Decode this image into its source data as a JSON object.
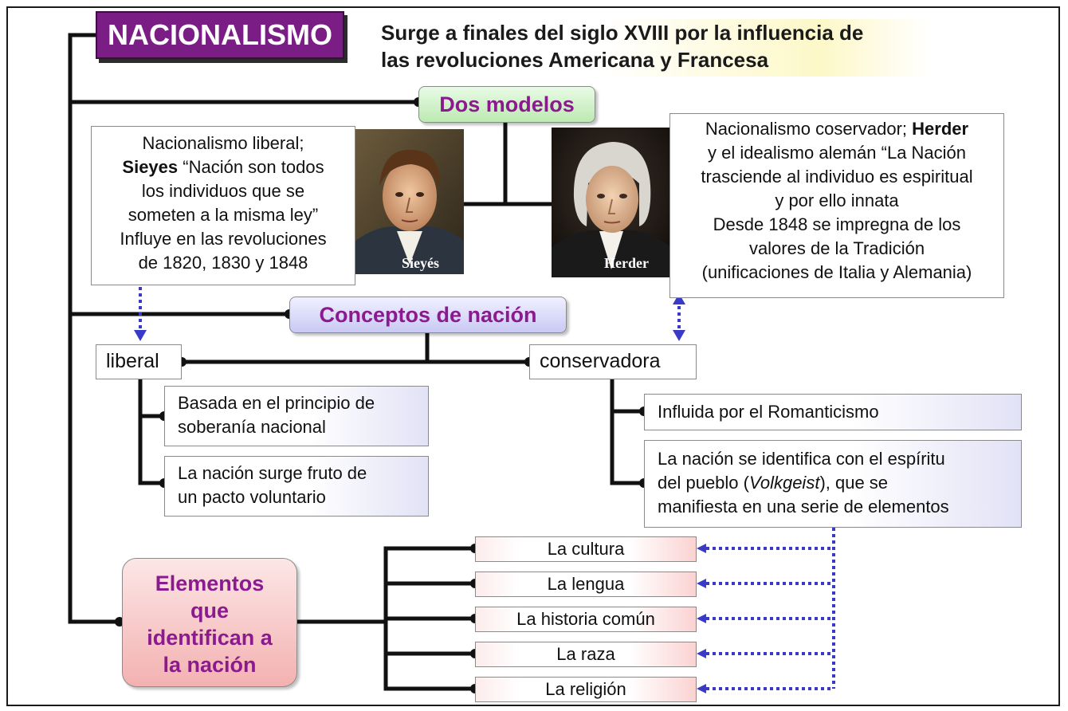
{
  "title": "NACIONALISMO",
  "subtitle": {
    "line1": "Surge a finales del siglo XVIII por la influencia de",
    "line2": "las revoluciones Americana y Francesa"
  },
  "dos_modelos": "Dos modelos",
  "liberal_model": {
    "l1": "Nacionalismo liberal;",
    "l2_bold": "Sieyes",
    "l2_rest": " “Nación son todos",
    "l3": "los individuos que se",
    "l4": "someten a la misma ley”",
    "l5": "Influye en las revoluciones",
    "l6": "de 1820, 1830 y 1848",
    "portrait_caption": "Sieyés"
  },
  "conservative_model": {
    "l1_pre": "Nacionalismo coservador; ",
    "l1_bold": "Herder",
    "l2": "y el idealismo alemán “La Nación",
    "l3": "trasciende al individuo es espiritual",
    "l4": "y por ello innata",
    "l5": "Desde 1848 se impregna de los",
    "l6": "valores de la Tradición",
    "l7": "(unificaciones de Italia y Alemania)",
    "portrait_caption": "Herder"
  },
  "conceptos": "Conceptos de nación",
  "liberal": {
    "label": "liberal",
    "point1": [
      "Basada en el principio de",
      "soberanía nacional"
    ],
    "point2": [
      "La nación surge fruto de",
      "un pacto voluntario"
    ]
  },
  "conservadora": {
    "label": "conservadora",
    "point1": "Influida por el Romanticismo",
    "point2_l1": "La nación se identifica con el espíritu",
    "point2_l2_pre": "del pueblo (",
    "point2_l2_italic": "Volkgeist",
    "point2_l2_post": "), que se",
    "point2_l3": "manifiesta en una serie de elementos"
  },
  "elementos": {
    "title": [
      "Elementos",
      "que",
      "identifican a",
      "la nación"
    ],
    "items": [
      "La cultura",
      "La lengua",
      "La historia común",
      "La raza",
      "La religión"
    ]
  },
  "colors": {
    "title_bg": "#7a1d85",
    "accent_text": "#8b1a8f",
    "connector": "#111111",
    "dotted_link": "#3a3ac8"
  }
}
